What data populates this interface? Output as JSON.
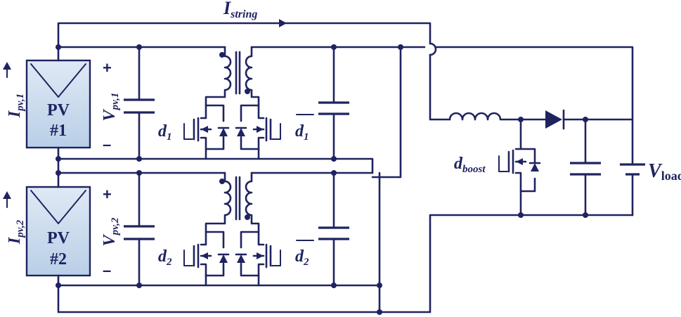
{
  "colors": {
    "wire": "#1f2360",
    "panel_fill": "#c9dcef",
    "panel_border": "#1f2360"
  },
  "currents": {
    "string_main": "I",
    "string_sub": "string",
    "pv1_main": "I",
    "pv1_sub": "pv,1",
    "pv2_main": "I",
    "pv2_sub": "pv,2"
  },
  "voltages": {
    "pv1_main": "V",
    "pv1_sub": "pv,1",
    "pv2_main": "V",
    "pv2_sub": "pv,2",
    "load_main": "V",
    "load_sub": "load"
  },
  "panels": [
    {
      "line1": "PV",
      "line2": "#1"
    },
    {
      "line1": "PV",
      "line2": "#2"
    }
  ],
  "polarity": {
    "plus": "+",
    "minus": "–"
  },
  "switches": {
    "d1": {
      "main": "d",
      "sub": "1"
    },
    "d1bar": {
      "main": "d",
      "sub": "1"
    },
    "d2": {
      "main": "d",
      "sub": "2"
    },
    "d2bar": {
      "main": "d",
      "sub": "2"
    },
    "dboost": {
      "main": "d",
      "sub": "boost"
    }
  },
  "arrows": {
    "right": "⟶"
  }
}
